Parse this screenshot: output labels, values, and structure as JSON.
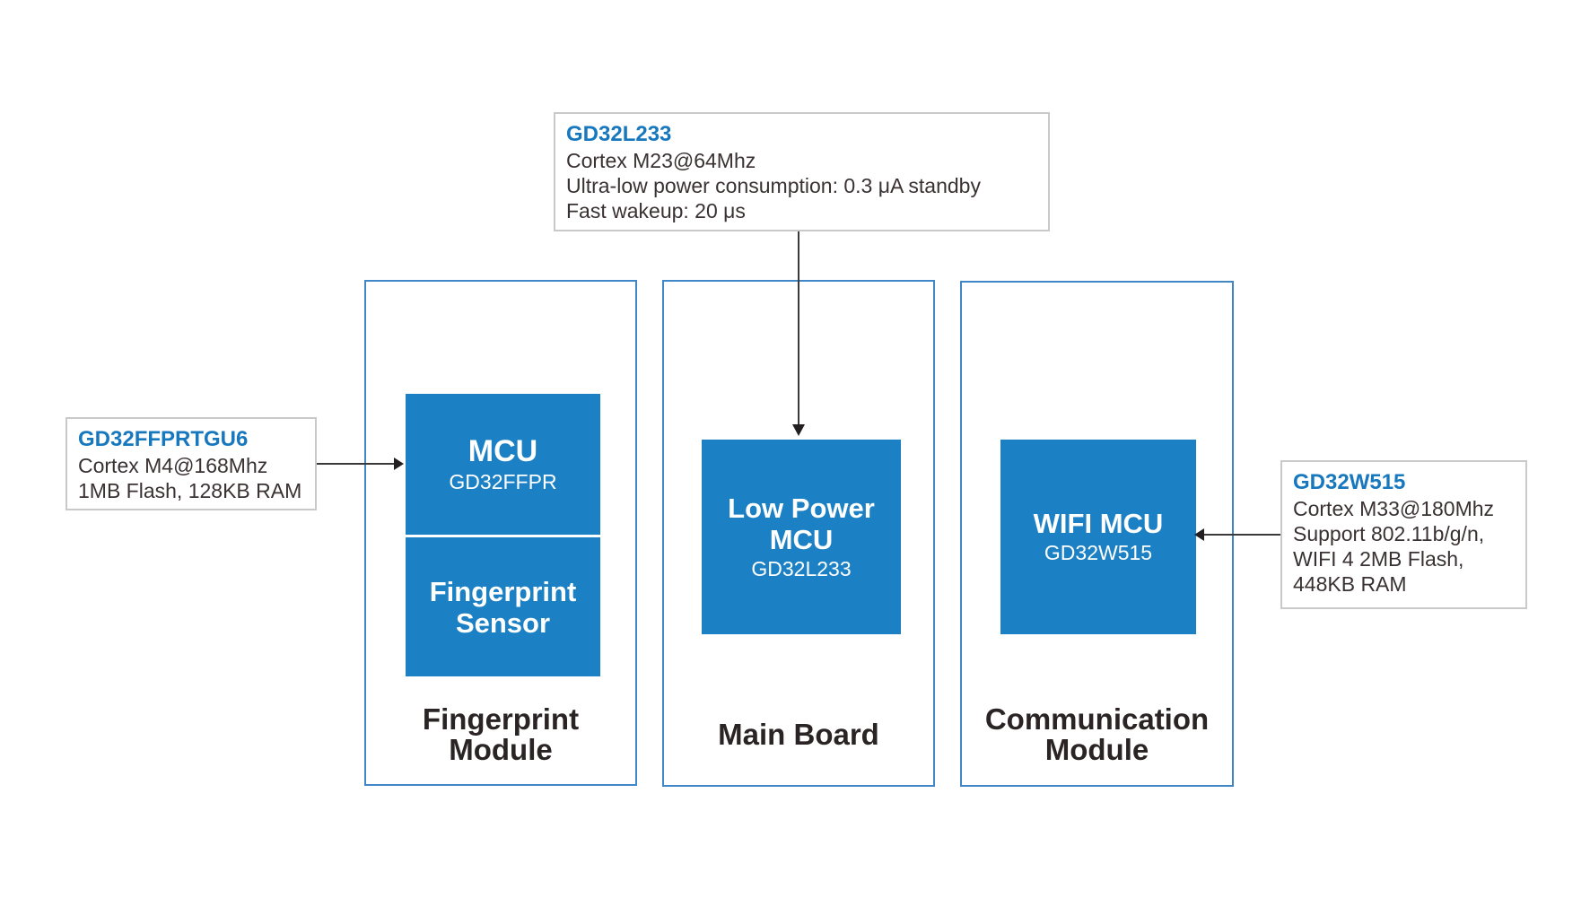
{
  "colors": {
    "chip_blue": "#1b80c4",
    "module_border_blue": "#3f87c7",
    "callout_border_gray": "#c9c9c9",
    "callout_title_blue": "#1878be",
    "text_dark": "#2b2425",
    "arrow_dark": "#231f20"
  },
  "callouts": {
    "gd32l233": {
      "title": "GD32L233",
      "lines": [
        "Cortex M23@64Mhz",
        "Ultra-low power consumption: 0.3 μA standby",
        "Fast wakeup: 20 μs"
      ]
    },
    "gd32ffprtgu6": {
      "title": "GD32FFPRTGU6",
      "lines": [
        "Cortex M4@168Mhz",
        "1MB Flash, 128KB RAM"
      ]
    },
    "gd32w515": {
      "title": "GD32W515",
      "lines": [
        "Cortex M33@180Mhz",
        "Support 802.11b/g/n,",
        "WIFI 4 2MB Flash,",
        "448KB RAM"
      ]
    }
  },
  "modules": {
    "fingerprint": {
      "label_line1": "Fingerprint",
      "label_line2": "Module",
      "mcu_title": "MCU",
      "mcu_subtitle": "GD32FFPR",
      "sensor_line1": "Fingerprint",
      "sensor_line2": "Sensor"
    },
    "main_board": {
      "label": "Main Board",
      "block_line1": "Low Power",
      "block_line2": "MCU",
      "block_subtitle": "GD32L233"
    },
    "communication": {
      "label_line1": "Communication",
      "label_line2": "Module",
      "block_title": "WIFI MCU",
      "block_subtitle": "GD32W515"
    }
  }
}
